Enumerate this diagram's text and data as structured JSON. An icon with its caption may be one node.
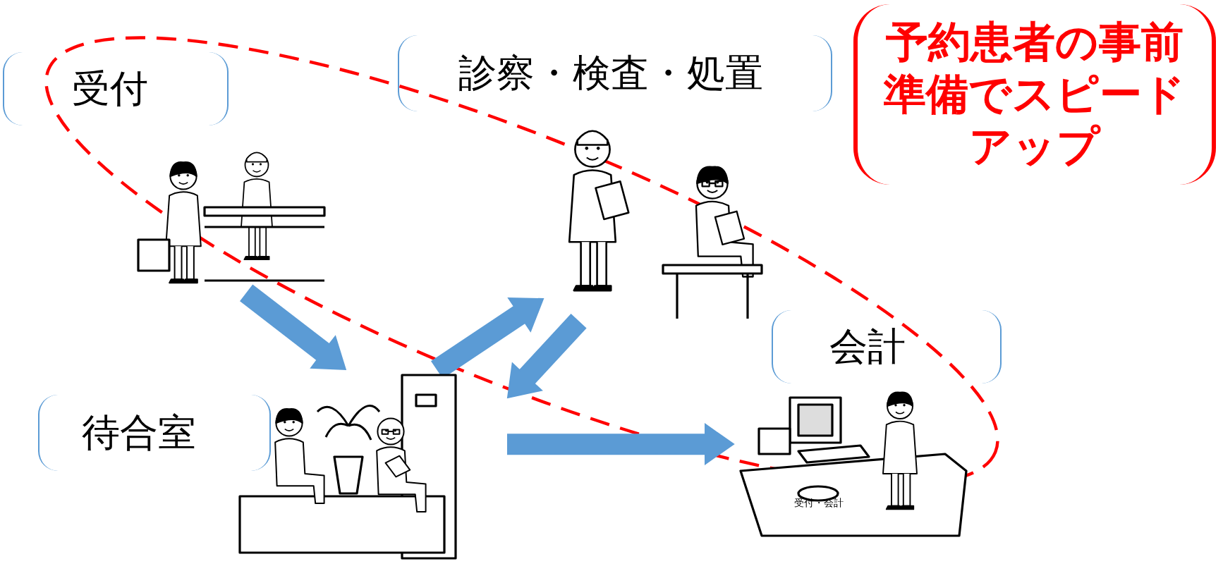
{
  "diagram": {
    "nodes": [
      {
        "text": [
          "受付"
        ]
      },
      {
        "text": [
          "診察・検査・処置"
        ]
      },
      {
        "text": [
          "予約患者の事前準備でスピードアップ"
        ]
      },
      {
        "text": [],
        "shape": "picture"
      },
      {
        "text": [],
        "shape": "picture"
      },
      {
        "text": [
          "会計"
        ]
      },
      {
        "text": [
          "待合室"
        ]
      },
      {
        "text": [],
        "shape": "picture"
      },
      {
        "text": [],
        "shape": "picture"
      }
    ],
    "edges": [
      {
        "from": 3,
        "to": 7,
        "arrow": "to"
      },
      {
        "from": 7,
        "to": 4,
        "arrow": "to"
      },
      {
        "from": 4,
        "to": 7,
        "arrow": "to"
      },
      {
        "from": 7,
        "to": 8,
        "arrow": "to"
      }
    ],
    "labels": [
      "受付・会計"
    ]
  }
}
